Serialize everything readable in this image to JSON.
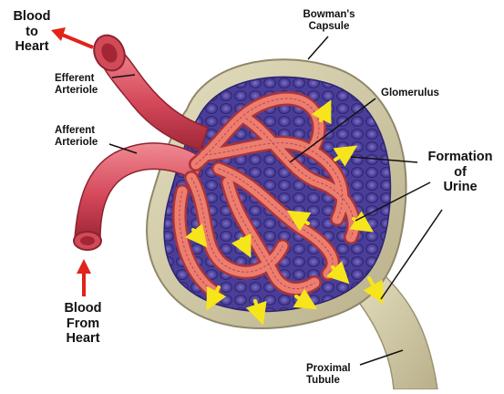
{
  "labels": {
    "blood_to_heart": "Blood\nto\nHeart",
    "efferent_arteriole": "Efferent\nArteriole",
    "afferent_arteriole": "Afferent\nArteriole",
    "bowmans_capsule": "Bowman's\nCapsule",
    "glomerulus": "Glomerulus",
    "formation_of_urine": "Formation\nof\nUrine",
    "blood_from_heart": "Blood\nFrom\nHeart",
    "proximal_tubule": "Proximal\nTubule"
  },
  "colors": {
    "red_arrow": "#e2231a",
    "yellow_arrow": "#f6e51b",
    "capsule_outer": "#d9d2ad",
    "capsule_inner": "#5b4ea6",
    "vessel": "#d8505e",
    "capillary": "#e87867"
  }
}
